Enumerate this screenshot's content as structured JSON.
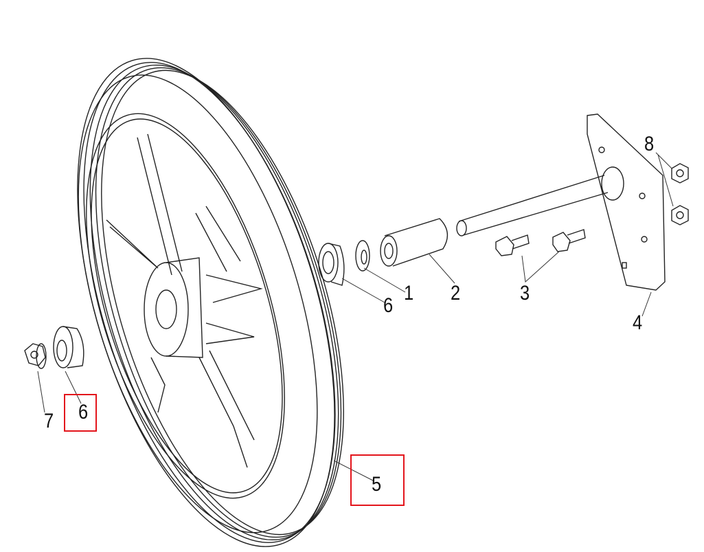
{
  "diagram": {
    "callouts": [
      {
        "id": "part-1",
        "label": "1"
      },
      {
        "id": "part-2",
        "label": "2"
      },
      {
        "id": "part-3",
        "label": "3"
      },
      {
        "id": "part-4",
        "label": "4"
      },
      {
        "id": "part-5",
        "label": "5"
      },
      {
        "id": "part-6-inner",
        "label": "6"
      },
      {
        "id": "part-6-outer",
        "label": "6"
      },
      {
        "id": "part-7",
        "label": "7"
      },
      {
        "id": "part-8",
        "label": "8"
      }
    ],
    "highlighted": [
      "6",
      "5"
    ],
    "highlight_color": "#e3141b"
  }
}
